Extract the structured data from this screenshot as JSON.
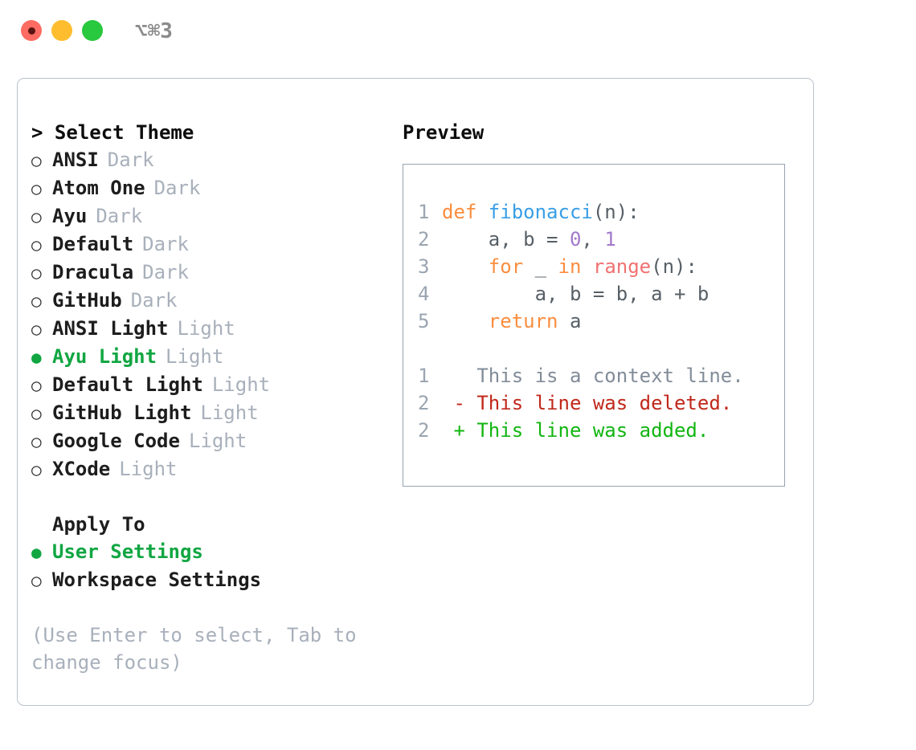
{
  "titlebar": {
    "shortcut": "⌥⌘3",
    "buttons": [
      {
        "name": "close",
        "color": "#fd6b62"
      },
      {
        "name": "minimize",
        "color": "#fdbd2e"
      },
      {
        "name": "zoom",
        "color": "#28c83f"
      }
    ]
  },
  "theme_picker": {
    "heading": "> Select Theme",
    "selected_bullet": "●",
    "unselected_bullet": "○",
    "selected_color": "#11a642",
    "items": [
      {
        "bullet": "○",
        "name": "ANSI",
        "variant": "Dark",
        "selected": false
      },
      {
        "bullet": "○",
        "name": "Atom One",
        "variant": "Dark",
        "selected": false
      },
      {
        "bullet": "○",
        "name": "Ayu",
        "variant": "Dark",
        "selected": false
      },
      {
        "bullet": "○",
        "name": "Default",
        "variant": "Dark",
        "selected": false
      },
      {
        "bullet": "○",
        "name": "Dracula",
        "variant": "Dark",
        "selected": false
      },
      {
        "bullet": "○",
        "name": "GitHub",
        "variant": "Dark",
        "selected": false
      },
      {
        "bullet": "○",
        "name": "ANSI Light",
        "variant": "Light",
        "selected": false
      },
      {
        "bullet": "●",
        "name": "Ayu Light",
        "variant": "Light",
        "selected": true
      },
      {
        "bullet": "○",
        "name": "Default Light",
        "variant": "Light",
        "selected": false
      },
      {
        "bullet": "○",
        "name": "GitHub Light",
        "variant": "Light",
        "selected": false
      },
      {
        "bullet": "○",
        "name": "Google Code",
        "variant": "Light",
        "selected": false
      },
      {
        "bullet": "○",
        "name": "XCode",
        "variant": "Light",
        "selected": false
      }
    ]
  },
  "apply_to": {
    "heading": "Apply To",
    "items": [
      {
        "bullet": "●",
        "label": "User Settings",
        "selected": true
      },
      {
        "bullet": "○",
        "label": "Workspace Settings",
        "selected": false
      }
    ]
  },
  "hint": "(Use Enter to select, Tab to change focus)",
  "preview": {
    "title": "Preview",
    "code_lines": [
      {
        "num": "1",
        "tokens": [
          {
            "text": "def ",
            "cls": "t-kw"
          },
          {
            "text": "fibonacci",
            "cls": "t-fn"
          },
          {
            "text": "(n):",
            "cls": "t-pl"
          }
        ]
      },
      {
        "num": "2",
        "tokens": [
          {
            "text": "    a, b = ",
            "cls": "t-pl"
          },
          {
            "text": "0",
            "cls": "t-num"
          },
          {
            "text": ", ",
            "cls": "t-pl"
          },
          {
            "text": "1",
            "cls": "t-num"
          }
        ]
      },
      {
        "num": "3",
        "tokens": [
          {
            "text": "    ",
            "cls": "t-pl"
          },
          {
            "text": "for",
            "cls": "t-kw"
          },
          {
            "text": " _ ",
            "cls": "t-pl"
          },
          {
            "text": "in",
            "cls": "t-kw"
          },
          {
            "text": " ",
            "cls": "t-pl"
          },
          {
            "text": "range",
            "cls": "t-bt"
          },
          {
            "text": "(n):",
            "cls": "t-pl"
          }
        ]
      },
      {
        "num": "4",
        "tokens": [
          {
            "text": "        a, b = b, a + b",
            "cls": "t-pl"
          }
        ]
      },
      {
        "num": "5",
        "tokens": [
          {
            "text": "    ",
            "cls": "t-pl"
          },
          {
            "text": "return",
            "cls": "t-kw"
          },
          {
            "text": " a",
            "cls": "t-pl"
          }
        ]
      }
    ],
    "diff_lines": [
      {
        "num": "1",
        "tokens": [
          {
            "text": "   This is a context line.",
            "cls": "t-ctx"
          }
        ]
      },
      {
        "num": "2",
        "tokens": [
          {
            "text": " - This line was deleted.",
            "cls": "t-del"
          }
        ]
      },
      {
        "num": "2",
        "tokens": [
          {
            "text": " + This line was added.",
            "cls": "t-add"
          }
        ]
      }
    ]
  },
  "colors": {
    "keyword": "#fa8d3e",
    "function": "#399ee6",
    "number": "#a37acc",
    "builtin": "#f07171",
    "plain": "#575f66",
    "line_number": "#9aa5b1",
    "diff_context": "#828c99",
    "diff_deleted": "#c0281b",
    "diff_added": "#11b511",
    "accent_green": "#11a642",
    "muted": "#a8b0bb",
    "border": "#b9c2cc",
    "preview_border": "#97a3b0"
  }
}
